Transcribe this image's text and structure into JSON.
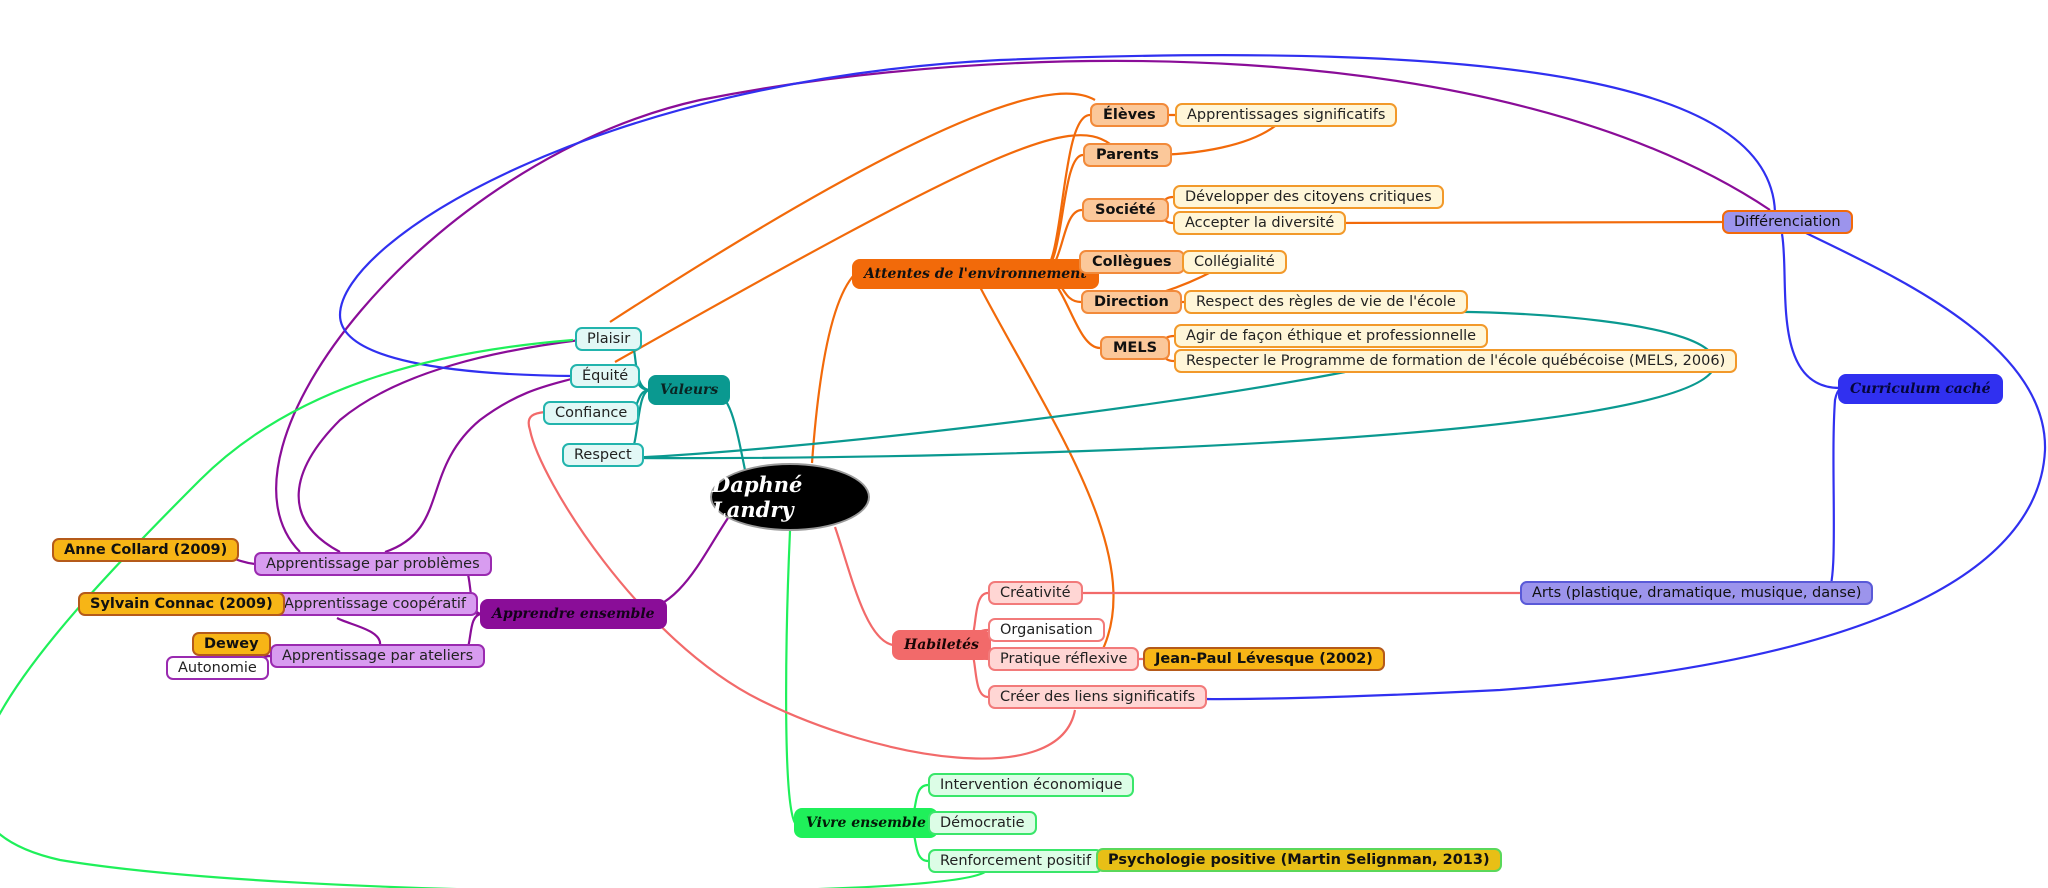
{
  "center": {
    "label": "Daphné Landry"
  },
  "colors": {
    "orange": "#f26a0a",
    "teal": "#0a9990",
    "purple": "#8a0d98",
    "red": "#f26a6a",
    "green": "#1ff05a",
    "blue": "#3030f0",
    "gold": "#f7b516"
  },
  "attentes": {
    "label": "Attentes de l'environnement",
    "groups": {
      "eleves": {
        "label": "Élèves",
        "items": [
          "Apprentissages significatifs"
        ]
      },
      "parents": {
        "label": "Parents"
      },
      "societe": {
        "label": "Société",
        "items": [
          "Développer des citoyens critiques",
          "Accepter la diversité"
        ]
      },
      "collegues": {
        "label": "Collègues",
        "items": [
          "Collégialité"
        ]
      },
      "direction": {
        "label": "Direction",
        "items": [
          "Respect des règles de vie de l'école"
        ]
      },
      "mels": {
        "label": "MELS",
        "items": [
          "Agir de façon éthique et professionnelle",
          "Respecter le Programme de formation de l'école québécoise (MELS, 2006)"
        ]
      }
    }
  },
  "valeurs": {
    "label": "Valeurs",
    "items": [
      "Plaisir",
      "Équité",
      "Confiance",
      "Respect"
    ]
  },
  "apprendre": {
    "label": "Apprendre ensemble",
    "items": [
      "Apprentissage par problèmes",
      "Apprentissage coopératif",
      "Apprentissage par ateliers"
    ],
    "refs": [
      "Anne Collard (2009)",
      "Sylvain Connac (2009)",
      "Dewey"
    ],
    "autonomie": "Autonomie"
  },
  "habiletes": {
    "label": "Habiletés",
    "items": [
      "Créativité",
      "Organisation",
      "Pratique réflexive",
      "Créer des liens significatifs"
    ],
    "ref": "Jean-Paul Lévesque (2002)"
  },
  "vivre": {
    "label": "Vivre ensemble",
    "items": [
      "Intervention économique",
      "Démocratie",
      "Renforcement positif"
    ],
    "ref": "Psychologie positive (Martin Selignman, 2013)"
  },
  "differenciation": {
    "label": "Différenciation"
  },
  "curriculum": {
    "label": "Curriculum caché"
  },
  "arts": {
    "label": "Arts (plastique, dramatique, musique, danse)"
  }
}
